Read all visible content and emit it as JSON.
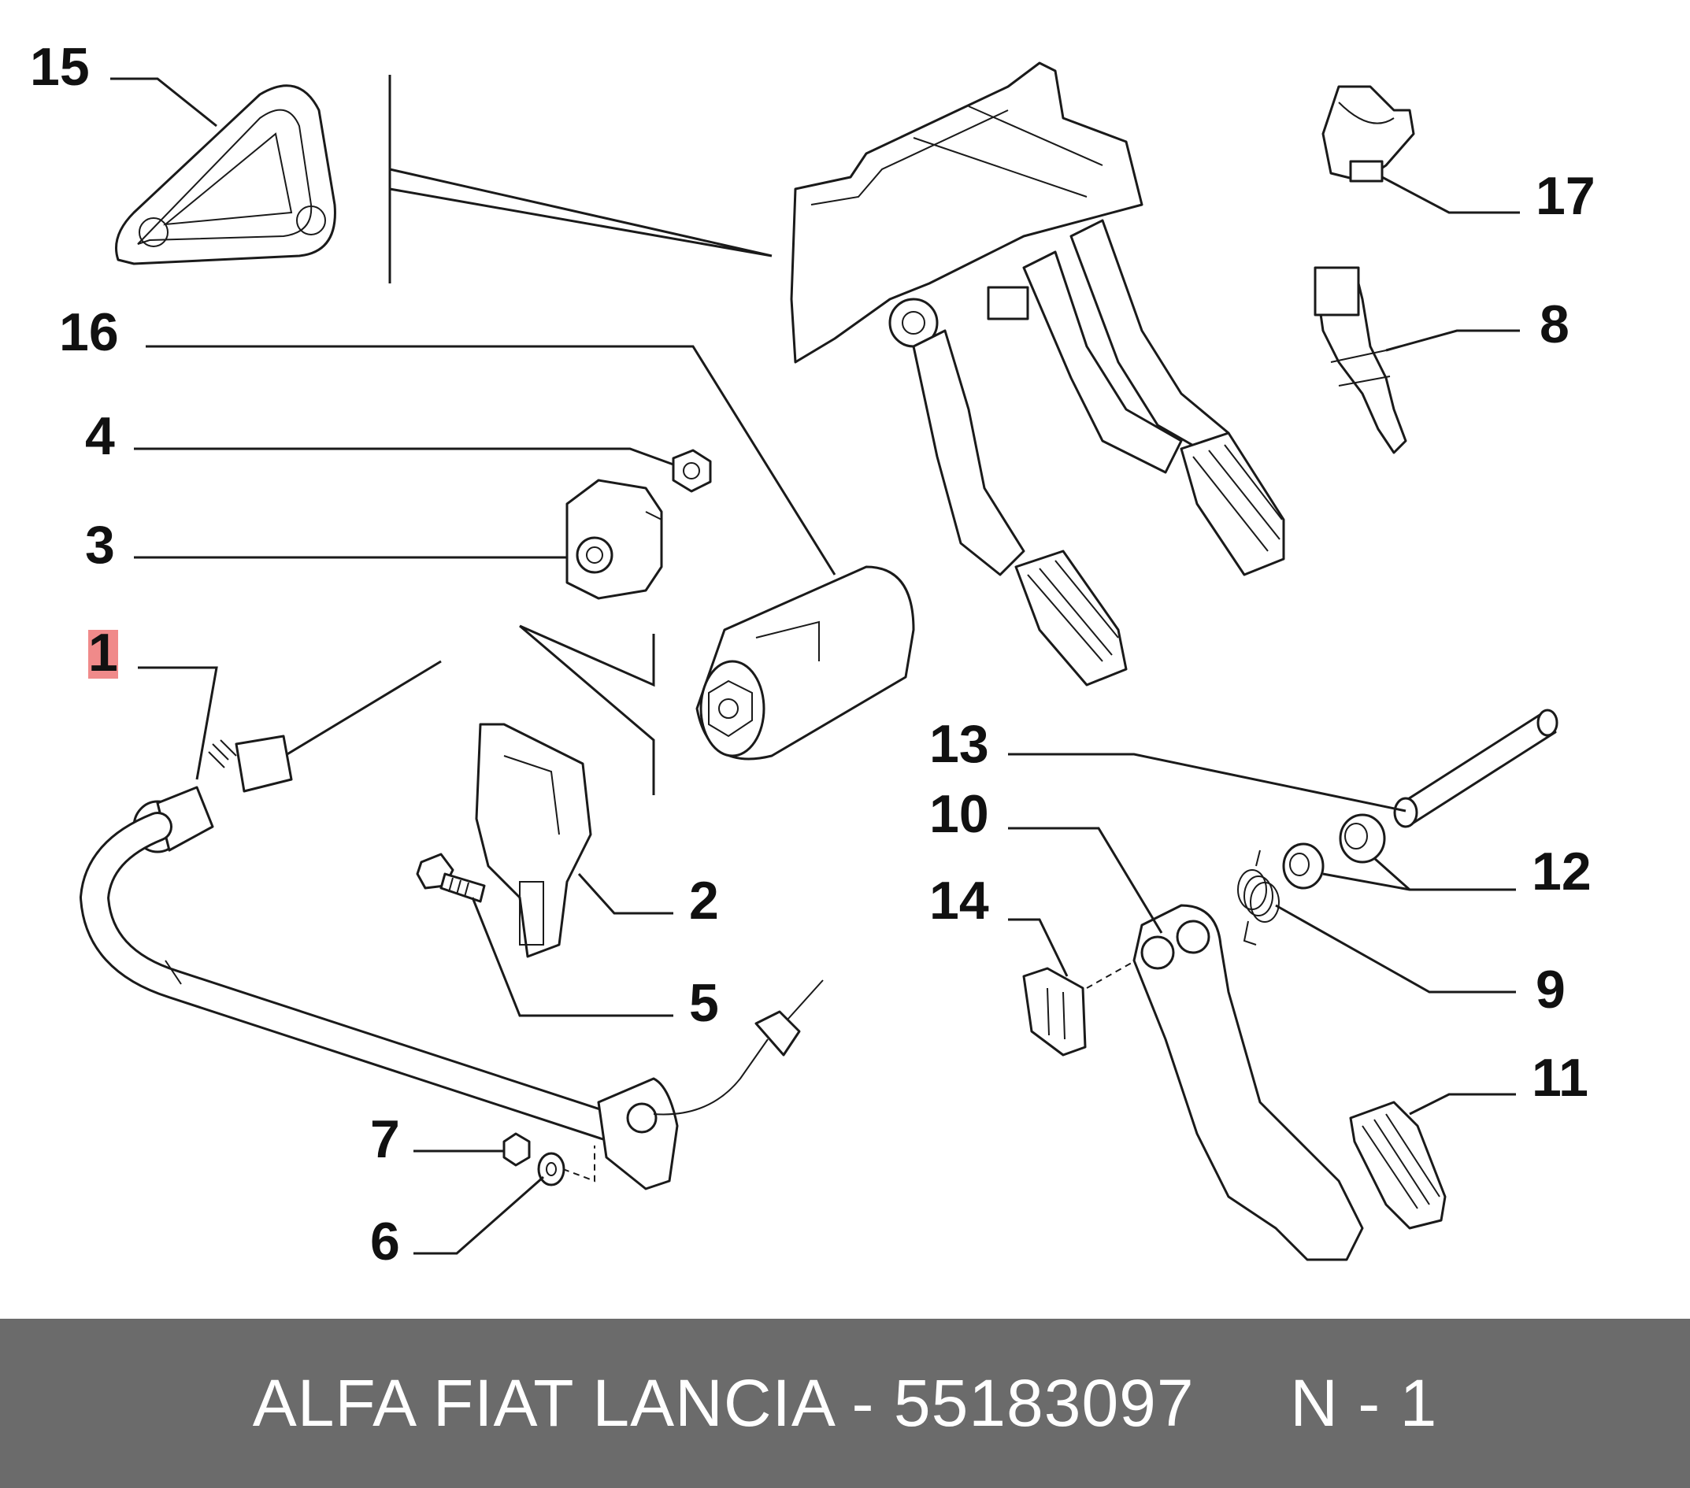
{
  "callouts": {
    "c1": "1",
    "c2": "2",
    "c3": "3",
    "c4": "4",
    "c5": "5",
    "c6": "6",
    "c7": "7",
    "c8": "8",
    "c9": "9",
    "c10": "10",
    "c11": "11",
    "c12": "12",
    "c13": "13",
    "c14": "14",
    "c15": "15",
    "c16": "16",
    "c17": "17"
  },
  "highlight": {
    "callout": "1",
    "color": "#f08a8a"
  },
  "footer": {
    "text": "ALFA FIAT LANCIA - 55183097     N - 1",
    "background": "#6b6b6b",
    "color": "#ffffff"
  }
}
